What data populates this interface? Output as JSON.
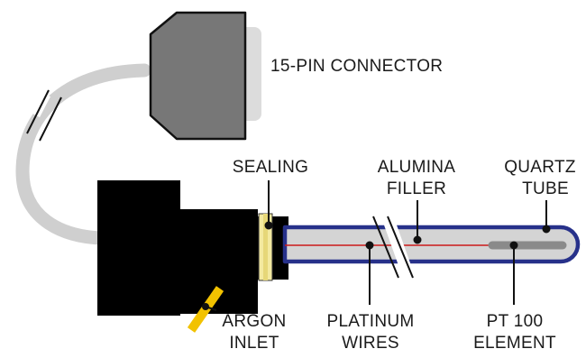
{
  "labels": {
    "connector": "15-PIN CONNECTOR",
    "sealing": "SEALING",
    "alumina_line1": "ALUMINA",
    "alumina_line2": "FILLER",
    "quartz_line1": "QUARTZ",
    "quartz_line2": "TUBE",
    "argon_line1": "ARGON",
    "argon_line2": "INLET",
    "platinum_line1": "PLATINUM",
    "platinum_line2": "WIRES",
    "pt100_line1": "PT 100",
    "pt100_line2": "ELEMENT"
  },
  "colors": {
    "cable": "#cfcfcf",
    "connector_body": "#777777",
    "connector_back": "#dcdcdc",
    "housing": "#000000",
    "sealing": "#f3e9a0",
    "tube_outline": "#27318a",
    "tube_fill": "#d4d4d4",
    "platinum_wire": "#cc1a1a",
    "argon_inlet": "#f2c200",
    "pt100_element": "#8a8a8a",
    "leader": "#111111"
  },
  "icons": {
    "break_mark": "double-slash-break"
  }
}
